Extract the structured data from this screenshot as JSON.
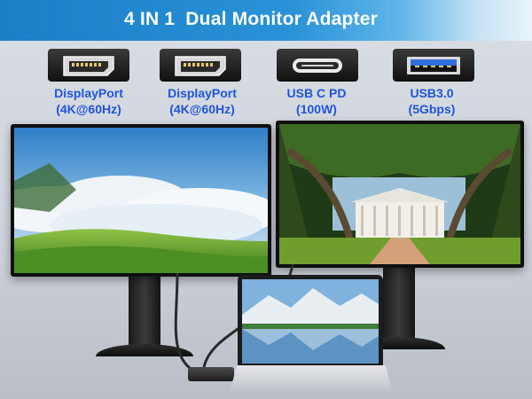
{
  "title": "4 IN 1  Dual Monitor Adapter",
  "ports": [
    {
      "icon": "displayport-icon",
      "line1": "DisplayPort",
      "line2": "(4K@60Hz)"
    },
    {
      "icon": "displayport-icon",
      "line1": "DisplayPort",
      "line2": "(4K@60Hz)"
    },
    {
      "icon": "usb-c-icon",
      "line1": "USB C PD",
      "line2": "(100W)"
    },
    {
      "icon": "usb-a-icon",
      "line1": "USB3.0",
      "line2": "(5Gbps)"
    }
  ],
  "colors": {
    "title_bar": "#1b7fc6",
    "title_text": "#ffffff",
    "port_label": "#1f55d6",
    "port_icon_bg": "#111111",
    "usb3_blue": "#2f6fe0"
  }
}
